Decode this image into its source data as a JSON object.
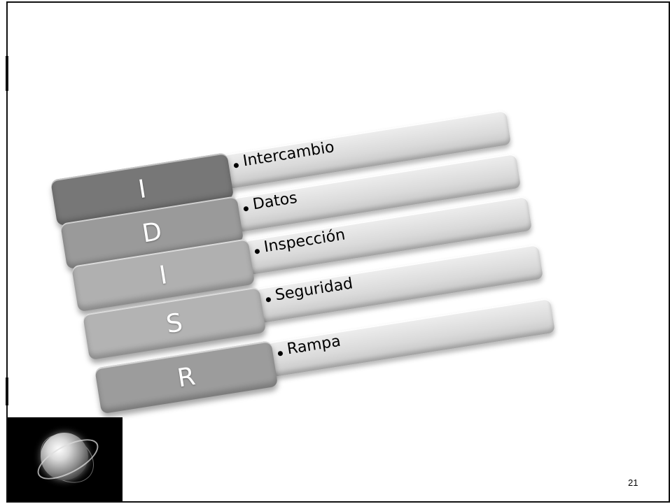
{
  "rows": [
    {
      "letter": "I",
      "label": "Intercambio",
      "block_color": "#777777"
    },
    {
      "letter": "D",
      "label": "Datos",
      "block_color": "#9a9a9a"
    },
    {
      "letter": "I",
      "label": "Inspección",
      "block_color": "#b0b0b0"
    },
    {
      "letter": "S",
      "label": "Seguridad",
      "block_color": "#b3b3b3"
    },
    {
      "letter": "R",
      "label": "Rampa",
      "block_color": "#9c9c9c"
    }
  ],
  "page_number": "21",
  "logo": {
    "icon": "globe-icon"
  }
}
